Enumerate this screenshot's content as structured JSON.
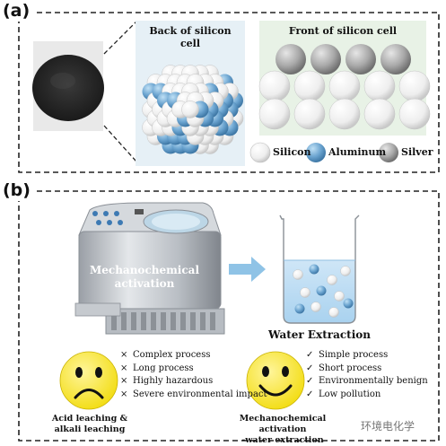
{
  "panel_a": {
    "label": "(a)",
    "back_title_line1": "Back of silicon",
    "back_title_line2": "cell",
    "front_title": "Front of silicon cell",
    "legend": [
      {
        "name": "Silicon",
        "color": "#f2f2f2"
      },
      {
        "name": "Aluminum",
        "color": "#6aa3cf"
      },
      {
        "name": "Silver",
        "color": "#a9a9a9"
      }
    ]
  },
  "panel_b": {
    "label": "(b)",
    "machine_label_line1": "Mechanochemical",
    "machine_label_line2": "activation",
    "water_title": "Water Extraction",
    "bad_list": [
      {
        "mark": "×",
        "text": "Complex process"
      },
      {
        "mark": "×",
        "text": "Long process"
      },
      {
        "mark": "×",
        "text": "Highly hazardous"
      },
      {
        "mark": "×",
        "text": "Severe environmental impact"
      }
    ],
    "good_list": [
      {
        "mark": "✓",
        "text": "Simple process"
      },
      {
        "mark": "✓",
        "text": "Short process"
      },
      {
        "mark": "✓",
        "text": "Environmentally benign"
      },
      {
        "mark": "✓",
        "text": "Low pollution"
      }
    ],
    "bad_caption_line1": "Acid leaching &",
    "bad_caption_line2": "alkali leaching",
    "good_caption_line1": "Mechanochemical activation",
    "good_caption_line2": "-water extraction"
  },
  "watermark": "环境电化学",
  "colors": {
    "silicon": "#f2f2f2",
    "aluminum": "#6aa3cf",
    "silver": "#a9a9a9",
    "smiley": "#f7e61e",
    "arrow": "#8fc3e6",
    "panel_back_bg": "#e6f0f6",
    "panel_front_bg": "#e8f2e6"
  },
  "icons": [
    "sad-face-icon",
    "smiley-face-icon",
    "arrow-right-icon",
    "beaker-icon",
    "ball-mill-icon"
  ]
}
